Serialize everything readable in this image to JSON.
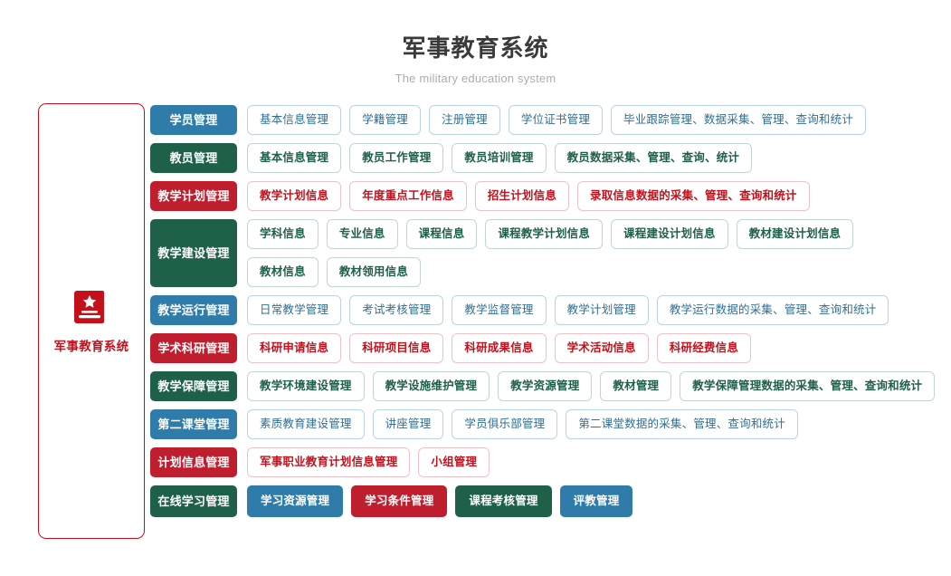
{
  "header": {
    "title": "军事教育系统",
    "subtitle": "The military education system"
  },
  "sidebar": {
    "label": "军事教育系统",
    "icon": "book-star-icon",
    "border_color": "#c5101c",
    "text_color": "#c5101c"
  },
  "palette": {
    "blue": "#2f7cab",
    "green": "#1f6049",
    "red": "#be1e2d"
  },
  "rows": [
    {
      "label": "学员管理",
      "color": "blue",
      "lines": [
        [
          "基本信息管理",
          "学籍管理",
          "注册管理",
          "学位证书管理",
          "毕业跟踪管理、数据采集、管理、查询和统计"
        ]
      ]
    },
    {
      "label": "教员管理",
      "color": "green",
      "lines": [
        [
          "基本信息管理",
          "教员工作管理",
          "教员培训管理",
          "教员数据采集、管理、查询、统计"
        ]
      ]
    },
    {
      "label": "教学计划管理",
      "color": "red",
      "lines": [
        [
          "教学计划信息",
          "年度重点工作信息",
          "招生计划信息",
          "录取信息数据的采集、管理、查询和统计"
        ]
      ]
    },
    {
      "label": "教学建设管理",
      "color": "green",
      "lines": [
        [
          "学科信息",
          "专业信息",
          "课程信息",
          "课程教学计划信息",
          "课程建设计划信息",
          "教材建设计划信息"
        ],
        [
          "教材信息",
          "教材领用信息"
        ]
      ]
    },
    {
      "label": "教学运行管理",
      "color": "blue",
      "lines": [
        [
          "日常教学管理",
          "考试考核管理",
          "教学监督管理",
          "教学计划管理",
          "教学运行数据的采集、管理、查询和统计"
        ]
      ]
    },
    {
      "label": "学术科研管理",
      "color": "red",
      "lines": [
        [
          "科研申请信息",
          "科研项目信息",
          "科研成果信息",
          "学术活动信息",
          "科研经费信息"
        ]
      ]
    },
    {
      "label": "教学保障管理",
      "color": "green",
      "lines": [
        [
          "教学环境建设管理",
          "教学设施维护管理",
          "教学资源管理",
          "教材管理",
          "教学保障管理数据的采集、管理、查询和统计"
        ]
      ]
    },
    {
      "label": "第二课堂管理",
      "color": "blue",
      "lines": [
        [
          "素质教育建设管理",
          "讲座管理",
          "学员俱乐部管理",
          "第二课堂数据的采集、管理、查询和统计"
        ]
      ]
    },
    {
      "label": "计划信息管理",
      "color": "red",
      "lines": [
        [
          "军事职业教育计划信息管理",
          "小组管理"
        ]
      ]
    },
    {
      "label": "在线学习管理",
      "color": "green",
      "solid_items": true,
      "lines": [
        [
          "学习资源管理",
          "学习条件管理",
          "课程考核管理",
          "评教管理"
        ]
      ],
      "item_colors": [
        [
          "blue",
          "red",
          "green",
          "blue"
        ]
      ]
    }
  ]
}
